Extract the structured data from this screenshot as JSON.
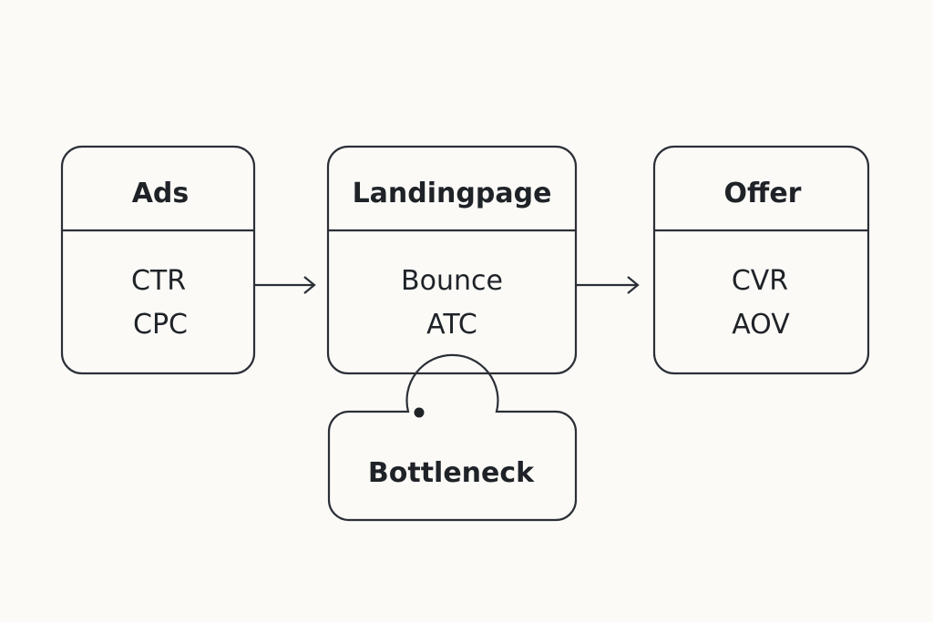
{
  "nodes": {
    "ads": {
      "title": "Ads",
      "metrics": [
        "CTR",
        "CPC"
      ]
    },
    "landingpage": {
      "title": "Landingpage",
      "metrics": [
        "Bounce",
        "ATC"
      ]
    },
    "offer": {
      "title": "Offer",
      "metrics": [
        "CVR",
        "AOV"
      ]
    },
    "bottleneck": {
      "title": "Bottleneck"
    }
  },
  "colors": {
    "background": "#fbfaf7",
    "stroke": "#2b2f36",
    "text": "#1f2328"
  }
}
